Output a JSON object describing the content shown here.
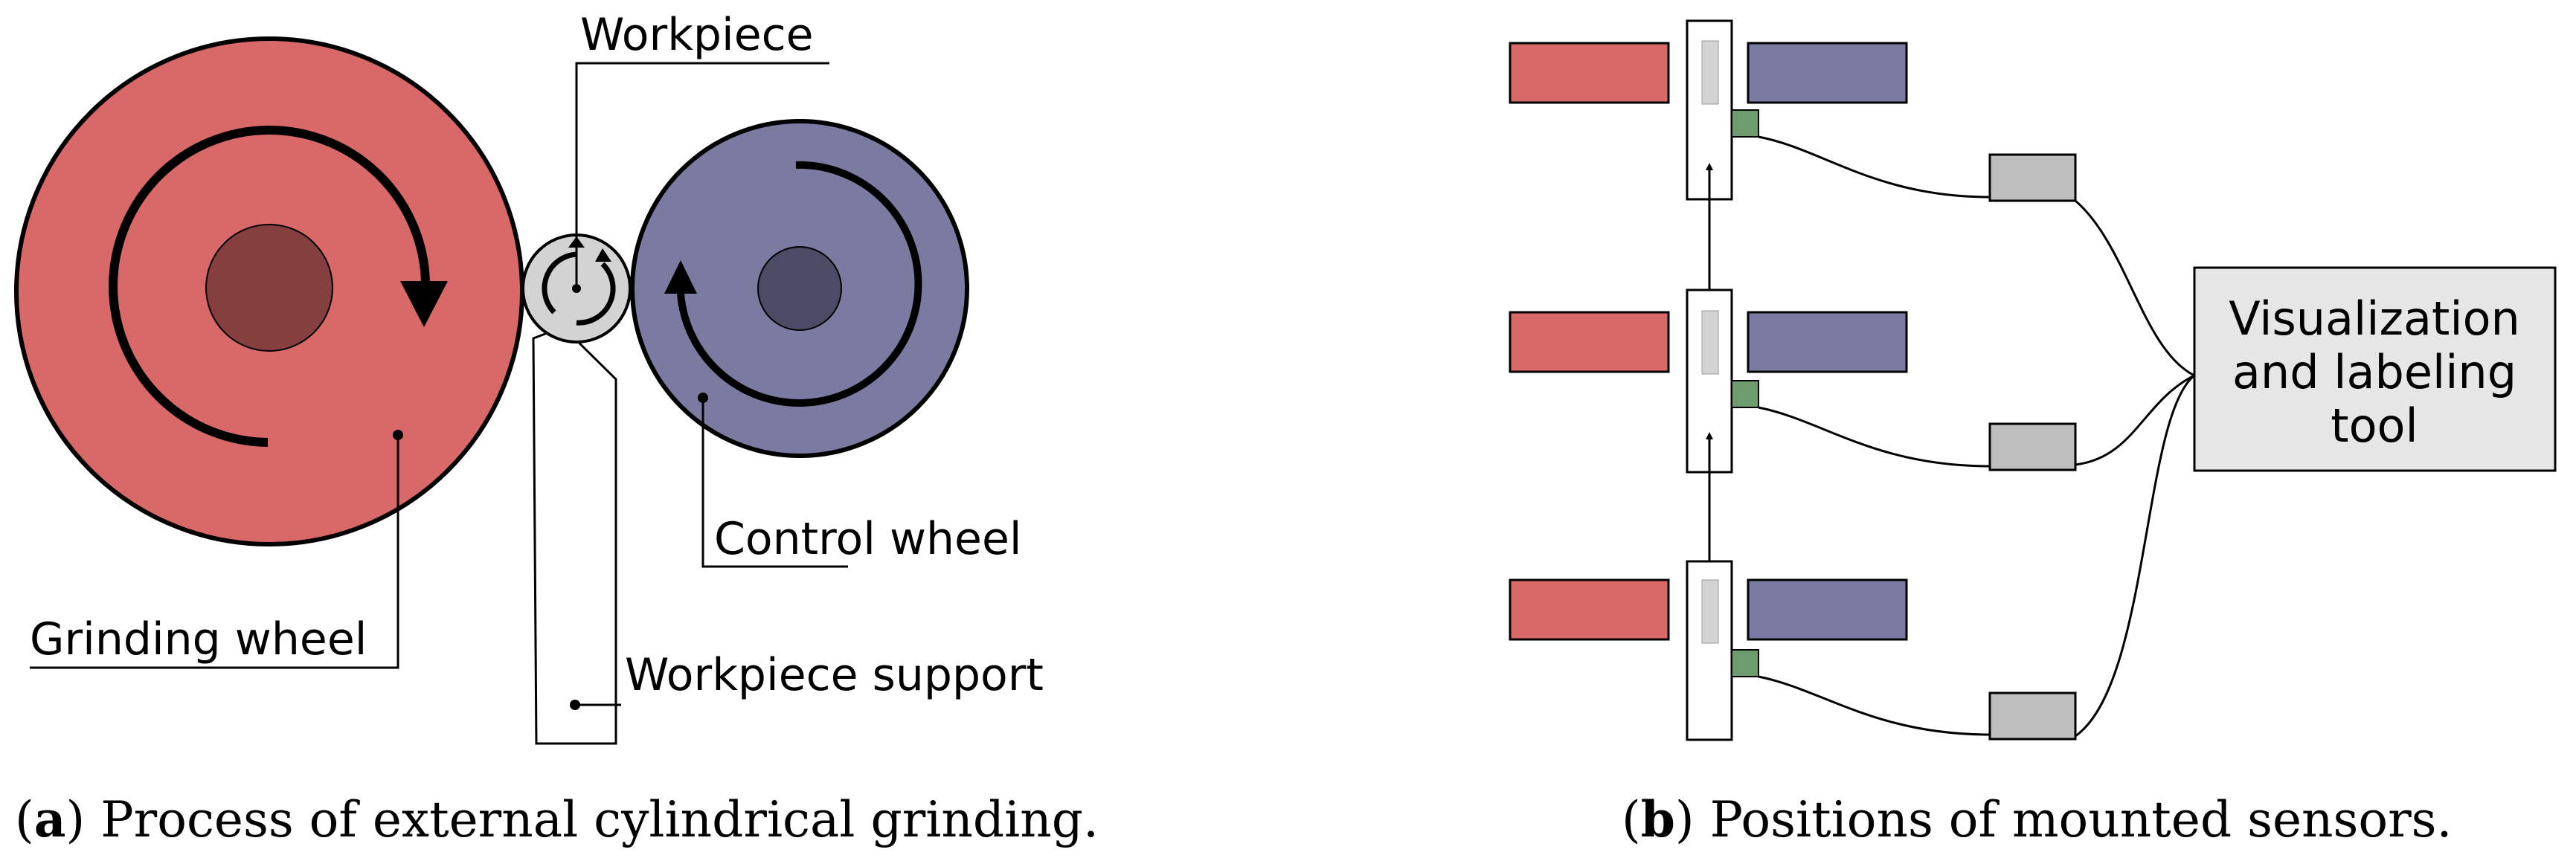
{
  "panel_a": {
    "labels": {
      "workpiece": "Workpiece",
      "control_wheel": "Control wheel",
      "grinding_wheel": "Grinding wheel",
      "workpiece_support": "Workpiece support"
    },
    "caption": {
      "letter": "a",
      "text": ") Process of external cylindrical grinding."
    }
  },
  "panel_b": {
    "tool_label": [
      "Visualization",
      "and labeling",
      "tool"
    ],
    "caption": {
      "letter": "b",
      "text": ") Positions of mounted sensors."
    }
  },
  "colors": {
    "grinding": "#d96868",
    "grinding_hub": "#863f3f",
    "control": "#7b7ba2",
    "control_hub": "#4b4b66",
    "workpiece": "#d3d3d3",
    "sensor": "#6f9c6f",
    "box": "#bebebe",
    "tool": "#e6e6e6"
  }
}
